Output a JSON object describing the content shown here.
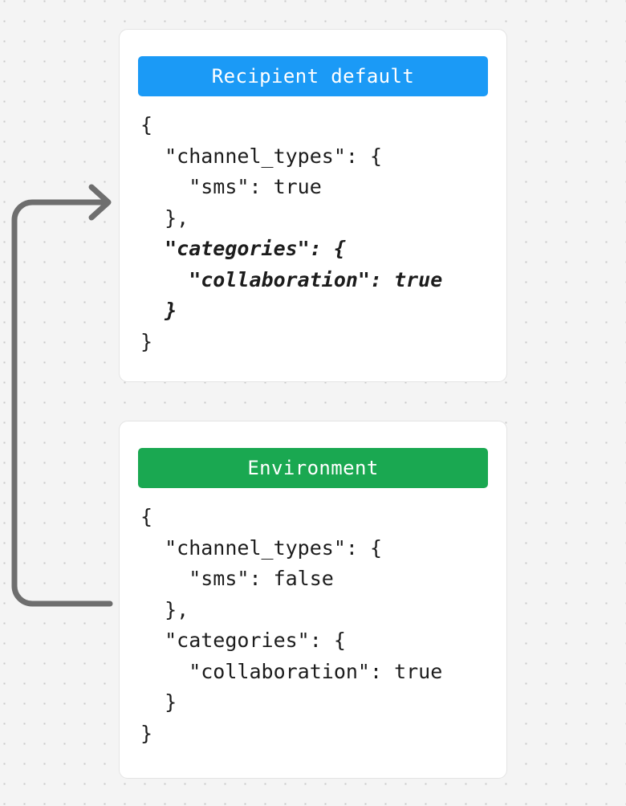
{
  "canvas": {
    "background_color": "#f4f4f4",
    "dot_color": "#c9c9c9"
  },
  "connector": {
    "name": "flow-arrow",
    "color": "#6e6e6e",
    "direction": "from Environment card up to Recipient default card"
  },
  "cards": [
    {
      "id": "recipient-default",
      "header": {
        "label": "Recipient default",
        "color": "#1b9af6",
        "text_color": "#ffffff"
      },
      "code_lines": [
        {
          "text": "{",
          "emphasis": false
        },
        {
          "text": "  \"channel_types\": {",
          "emphasis": false
        },
        {
          "text": "    \"sms\": true",
          "emphasis": false
        },
        {
          "text": "  },",
          "emphasis": false
        },
        {
          "text": "  \"categories\": {",
          "emphasis": true
        },
        {
          "text": "    \"collaboration\": true",
          "emphasis": true
        },
        {
          "text": "  }",
          "emphasis": true
        },
        {
          "text": "}",
          "emphasis": false
        }
      ]
    },
    {
      "id": "environment",
      "header": {
        "label": "Environment",
        "color": "#1aa851",
        "text_color": "#ffffff"
      },
      "code_lines": [
        {
          "text": "{",
          "emphasis": false
        },
        {
          "text": "  \"channel_types\": {",
          "emphasis": false
        },
        {
          "text": "    \"sms\": false",
          "emphasis": false
        },
        {
          "text": "  },",
          "emphasis": false
        },
        {
          "text": "  \"categories\": {",
          "emphasis": false
        },
        {
          "text": "    \"collaboration\": true",
          "emphasis": false
        },
        {
          "text": "  }",
          "emphasis": false
        },
        {
          "text": "}",
          "emphasis": false
        }
      ]
    }
  ]
}
